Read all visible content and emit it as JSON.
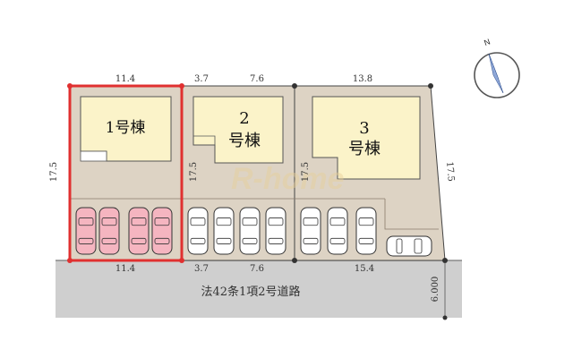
{
  "buildings": [
    {
      "id": "b1",
      "label": "1号棟",
      "lines": [
        "1号棟"
      ],
      "selected": true
    },
    {
      "id": "b2",
      "label": "2号棟",
      "lines": [
        "2",
        "号棟"
      ],
      "selected": false
    },
    {
      "id": "b3",
      "label": "3号棟",
      "lines": [
        "3",
        "号棟"
      ],
      "selected": false
    }
  ],
  "dimensions": {
    "top": [
      "11.4",
      "3.7",
      "7.6",
      "13.8"
    ],
    "bottom": [
      "11.4",
      "3.7",
      "7.6",
      "15.4"
    ],
    "left_depth": "17.5",
    "lot2_depth": "17.5",
    "lot3_depth": "17.5",
    "right_depth": "17.5",
    "road_width": "6.000"
  },
  "road": {
    "label": "法42条1項2号道路"
  },
  "compass": {
    "north_label": "N"
  },
  "watermark": "R-home",
  "parking": {
    "lot1_cars": 4,
    "lot2_cars": 4,
    "lot3_cars": 3,
    "lot3_side_cars": 1
  },
  "colors": {
    "lot_fill": "#ddd3c4",
    "building_fill": "#fbf3c9",
    "road_fill": "#cfcfcf",
    "highlight": "#e03030",
    "highlight_car": "#f5b5c0",
    "car": "#ffffff"
  }
}
